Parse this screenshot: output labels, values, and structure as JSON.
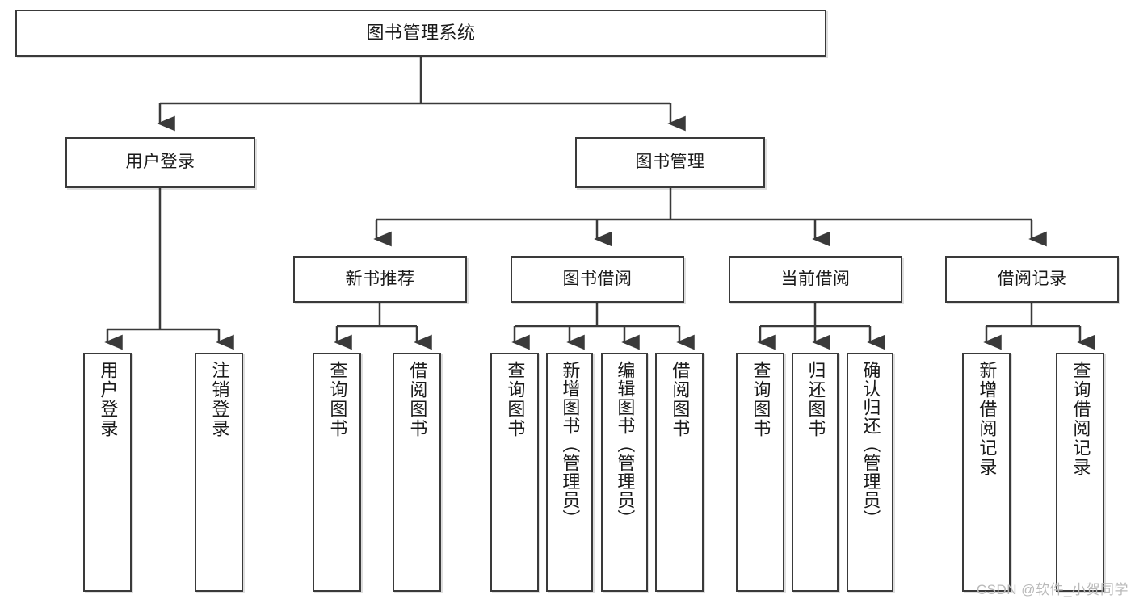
{
  "diagram": {
    "title": "图书管理系统",
    "type": "tree-hierarchy",
    "watermark": "CSDN @软件_小贺同学",
    "colors": {
      "stroke": "#3a3a3a",
      "fill": "#ffffff",
      "text": "#1a1a1a",
      "watermark": "#b9b9b9"
    },
    "nodes": {
      "root": {
        "label": "图书管理系统"
      },
      "level2": [
        {
          "id": "user-login",
          "label": "用户登录"
        },
        {
          "id": "book-manage",
          "label": "图书管理"
        }
      ],
      "level3": [
        {
          "id": "new-book-recommend",
          "label": "新书推荐"
        },
        {
          "id": "book-borrow",
          "label": "图书借阅"
        },
        {
          "id": "current-borrow",
          "label": "当前借阅"
        },
        {
          "id": "borrow-record",
          "label": "借阅记录"
        }
      ],
      "leaves": {
        "user-login": [
          {
            "id": "leaf-user-login",
            "label": "用户登录"
          },
          {
            "id": "leaf-logout",
            "label": "注销登录"
          }
        ],
        "new-book-recommend": [
          {
            "id": "leaf-query-book-1",
            "label": "查询图书"
          },
          {
            "id": "leaf-borrow-book-1",
            "label": "借阅图书"
          }
        ],
        "book-borrow": [
          {
            "id": "leaf-query-book-2",
            "label": "查询图书"
          },
          {
            "id": "leaf-add-book",
            "label": "新增图书（管理员）"
          },
          {
            "id": "leaf-edit-book",
            "label": "编辑图书（管理员）"
          },
          {
            "id": "leaf-borrow-book-2",
            "label": "借阅图书"
          }
        ],
        "current-borrow": [
          {
            "id": "leaf-query-book-3",
            "label": "查询图书"
          },
          {
            "id": "leaf-return-book",
            "label": "归还图书"
          },
          {
            "id": "leaf-confirm-return",
            "label": "确认归还（管理员）"
          }
        ],
        "borrow-record": [
          {
            "id": "leaf-add-record",
            "label": "新增借阅记录"
          },
          {
            "id": "leaf-query-record",
            "label": "查询借阅记录"
          }
        ]
      }
    }
  }
}
